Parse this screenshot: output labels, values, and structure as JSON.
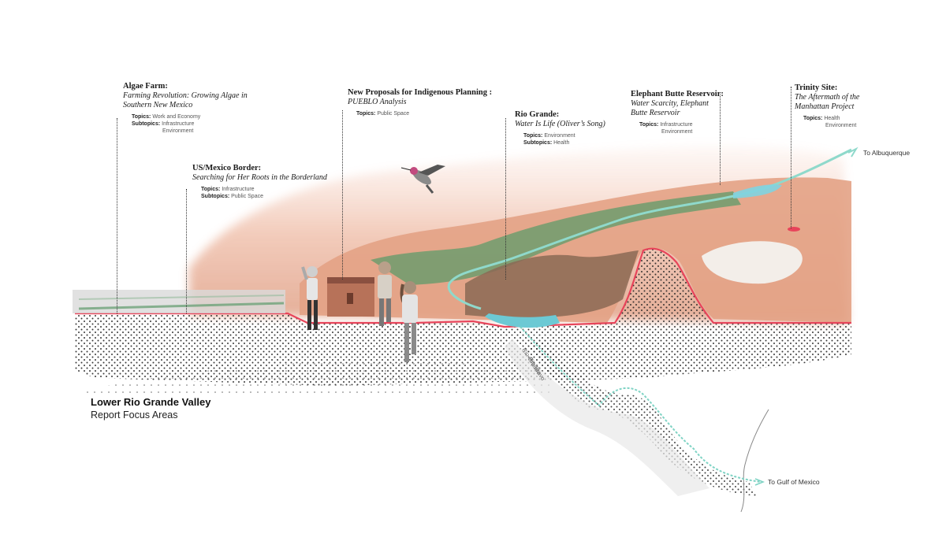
{
  "legend": {
    "title": "Lower Rio Grande Valley",
    "subtitle": "Report Focus Areas"
  },
  "callouts": [
    {
      "title": "Algae Farm:",
      "subtitle_lines": [
        "Farming Revolution: Growing Algae in",
        "Southern New Mexico"
      ],
      "topics": "Work and Economy",
      "subtopics": [
        "Infrastructure",
        "Environment"
      ]
    },
    {
      "title": "US/Mexico Border:",
      "subtitle_lines": [
        "Searching for Her Roots in the Borderland"
      ],
      "topics": "Infrastructure",
      "subtopics": [
        "Public Space"
      ]
    },
    {
      "title": "New Proposals for Indigenous Planning :",
      "subtitle_lines": [
        "PUEBLO Analysis"
      ],
      "topics": "Public Space",
      "subtopics": []
    },
    {
      "title": "Rio Grande:",
      "subtitle_lines": [
        "Water Is Life (Oliver’s Song)"
      ],
      "topics": "Environment",
      "subtopics": [
        "Health"
      ]
    },
    {
      "title": "Elephant Butte Reservoir:",
      "subtitle_lines": [
        "Water Scarcity, Elephant",
        "Butte Reservoir"
      ],
      "topics": "Infrastructure",
      "topics_extra": "Environment",
      "subtopics": []
    },
    {
      "title": "Trinity Site:",
      "subtitle_lines": [
        "The Aftermath of the",
        "Manhattan Project"
      ],
      "topics": "Health",
      "topics_extra": "Environment",
      "subtopics": []
    }
  ],
  "labels": {
    "topics": "Topics:",
    "subtopics": "Subtopics:"
  },
  "destinations": {
    "north": "To Albuquerque",
    "south": "To Gulf of Mexico"
  },
  "river_labels": {
    "rio_grande": "Rio Grande",
    "rio_bravo": "Rio Bravo"
  },
  "colors": {
    "terrain": "#e8a98f",
    "river": "#7fd3c4",
    "ground_line": "#e8445a",
    "stipple": "#222222",
    "vegetation": "#4f8f5e"
  }
}
